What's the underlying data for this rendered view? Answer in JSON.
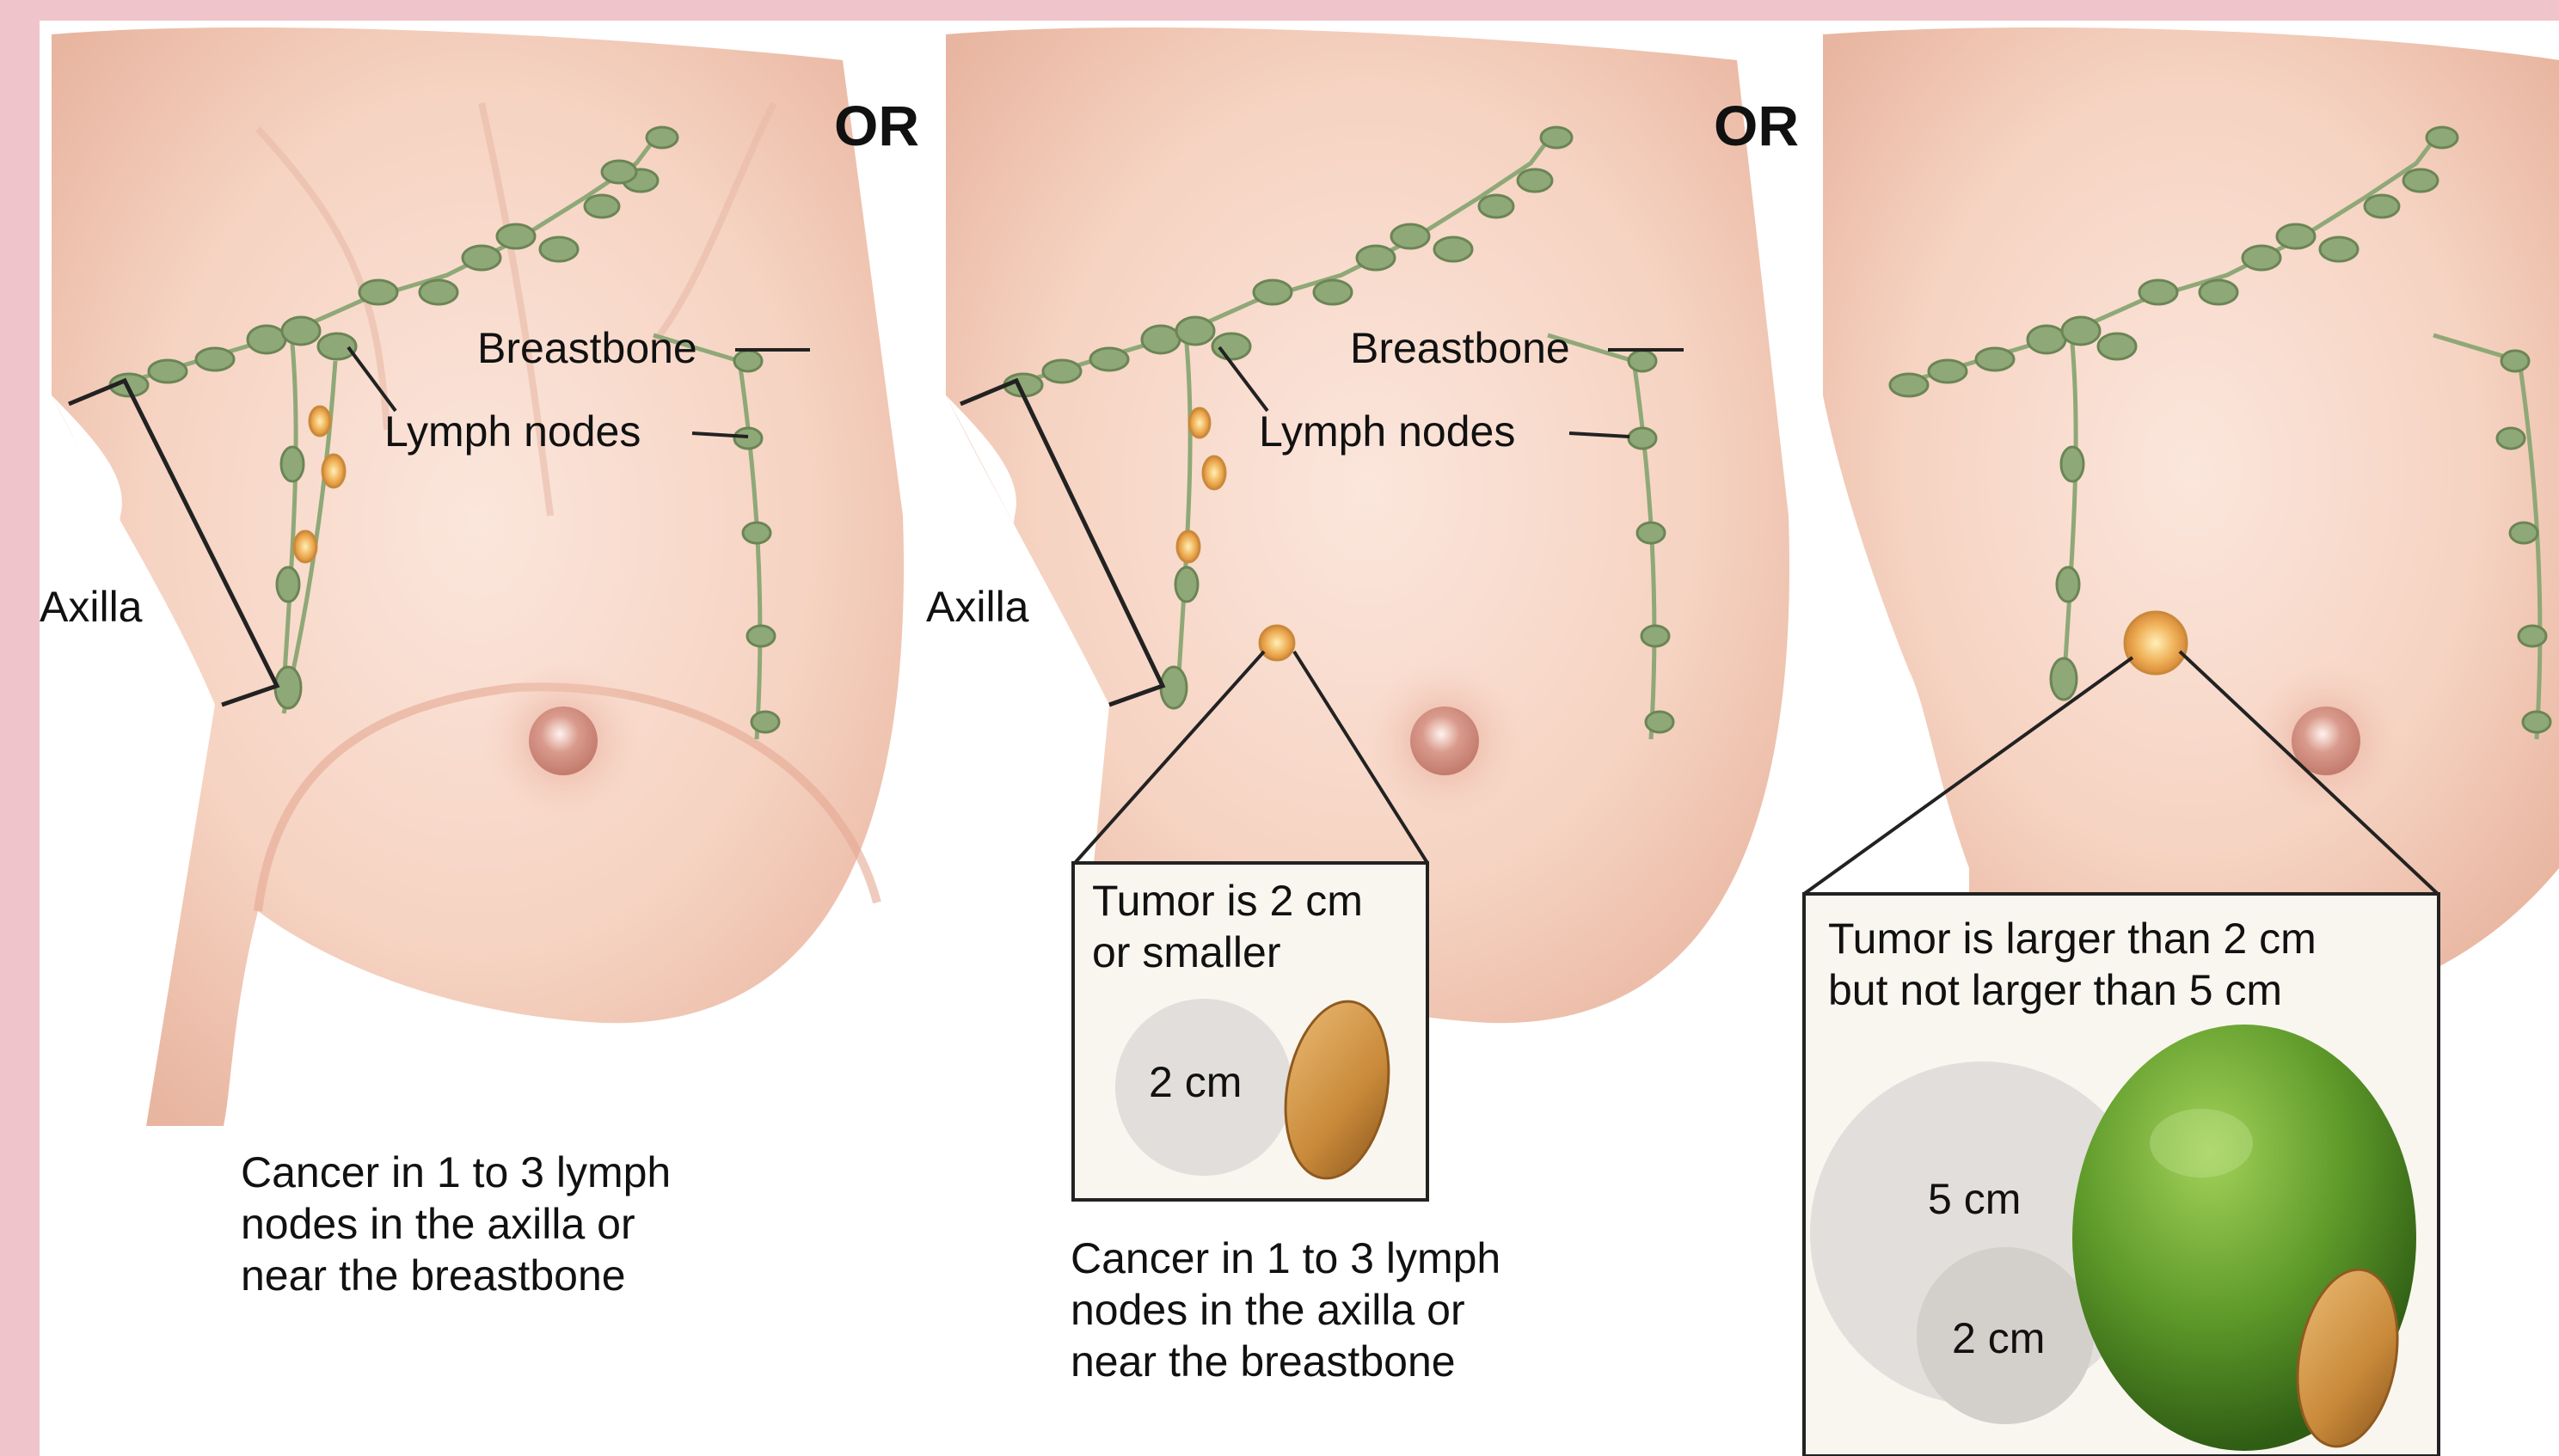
{
  "connector": "OR",
  "labels": {
    "breastbone": "Breastbone",
    "lymph_nodes": "Lymph nodes",
    "axilla": "Axilla"
  },
  "panels": [
    {
      "caption": "Cancer in 1 to 3 lymph\nnodes in the axilla or\nnear the breastbone"
    },
    {
      "tumor_box_title": "Tumor is 2 cm\nor smaller",
      "circle_label": "2 cm",
      "caption": "Cancer in 1 to 3 lymph\nnodes in the axilla or\nnear the breastbone"
    },
    {
      "tumor_box_title": "Tumor is larger than 2 cm\nbut not larger than 5 cm",
      "circle_large_label": "5 cm",
      "circle_small_label": "2 cm"
    }
  ],
  "colors": {
    "frame": "#f0c4cb",
    "skin": "#f6d6c7",
    "skin_shadow": "#e9b29d",
    "lymph_node": "#8fa877",
    "cancer_node": "#f0b35a",
    "lime": "#5f9b2a",
    "peanut": "#c98a3a",
    "scale_circle": "#e1dedb"
  }
}
